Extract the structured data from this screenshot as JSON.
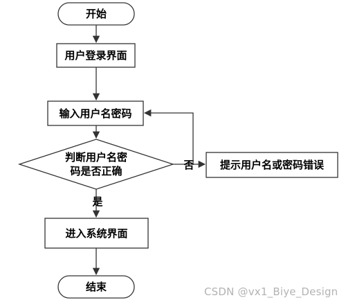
{
  "diagram": {
    "nodes": {
      "start": "开始",
      "login_page": "用户登录界面",
      "input_credentials": "输入用户名密码",
      "decision_line1": "判断用户名密",
      "decision_line2": "码是否正确",
      "error_prompt": "提示用户名或密码错误",
      "enter_system": "进入系统界面",
      "end": "结束"
    },
    "edges": {
      "no_label": "否",
      "yes_label": "是"
    }
  },
  "watermark": "CSDN @vx1_Biye_Design",
  "colors": {
    "stroke": "#333333",
    "text": "#000000",
    "watermark": "#b3b3b3"
  }
}
